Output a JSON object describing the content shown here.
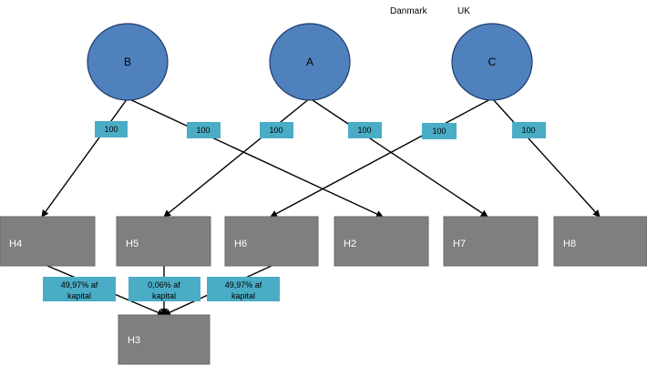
{
  "header": {
    "left_label": "Danmark",
    "right_label": "UK"
  },
  "owners": [
    {
      "id": "B",
      "label": "B"
    },
    {
      "id": "A",
      "label": "A"
    },
    {
      "id": "C",
      "label": "C"
    }
  ],
  "holdings": [
    {
      "id": "H4",
      "label": "H4"
    },
    {
      "id": "H5",
      "label": "H5"
    },
    {
      "id": "H6",
      "label": "H6"
    },
    {
      "id": "H2",
      "label": "H2"
    },
    {
      "id": "H7",
      "label": "H7"
    },
    {
      "id": "H8",
      "label": "H8"
    },
    {
      "id": "H3",
      "label": "H3"
    }
  ],
  "ownership_tags": [
    {
      "from": "B",
      "to": "H4",
      "value": "100"
    },
    {
      "from": "B",
      "to": "H2",
      "value": "100"
    },
    {
      "from": "A",
      "to": "H5",
      "value": "100"
    },
    {
      "from": "A",
      "to": "H7",
      "value": "100"
    },
    {
      "from": "C",
      "to": "H6",
      "value": "100"
    },
    {
      "from": "C",
      "to": "H8",
      "value": "100"
    }
  ],
  "h3_tags": [
    {
      "from": "H4",
      "line1": "49,97% af",
      "line2": "kapital"
    },
    {
      "from": "H5",
      "line1": "0,06% af",
      "line2": "kapital"
    },
    {
      "from": "H6",
      "line1": "49,97% af",
      "line2": "kapital"
    }
  ],
  "colors": {
    "circle_fill": "#4f81bd",
    "circle_stroke": "#1f3c6e",
    "box_fill": "#7f7f7f",
    "box_stroke": "#6a6a6a",
    "tag_fill": "#4bacc6"
  }
}
